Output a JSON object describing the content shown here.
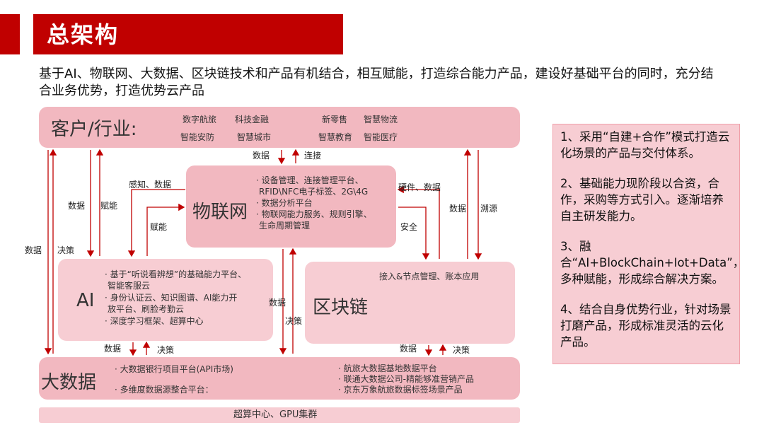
{
  "header": {
    "title": "总架构"
  },
  "intro": "基于AI、物联网、大数据、区块链技术和产品有机结合，相互赋能，打造综合能力产品，建设好基础平台的同时，充分结合业务优势，打造优势云产品",
  "customer": {
    "label": "客户/行业:",
    "tags": [
      "数字航旅",
      "科技金融",
      "新零售",
      "智慧物流",
      "智能安防",
      "智慧城市",
      "智慧教育",
      "智能医疗"
    ]
  },
  "iot": {
    "label": "物联网",
    "items": [
      "· 设备管理、连接管理平台、",
      "RFID\\NFC电子标签、2G\\4G",
      "· 数据分析平台",
      "· 物联网能力服务、规则引擎、",
      "生命周期管理"
    ]
  },
  "ai": {
    "label": "AI",
    "items": [
      "· 基于“听说看辨想”的基础能力平台、",
      "智能客服云",
      "· 身份认证云、知识图谱、AI能力开",
      "放平台、刷脸考勤云",
      "· 深度学习框架、超算中心"
    ]
  },
  "blockchain": {
    "label": "区块链",
    "items": [
      "接入&节点管理、账本应用"
    ]
  },
  "bigdata": {
    "label": "大数据",
    "left_items": [
      "· 大数据银行项目平台(API市场)",
      "· 多维度数据源整合平台："
    ],
    "right_items": [
      "· 航旅大数据基地数据平台",
      "· 联通大数据公司-精能够准营销产品",
      "· 京东万象航旅数据标签场景产品"
    ]
  },
  "compute": {
    "label": "超算中心、GPU集群"
  },
  "arrow_labels": {
    "data": "数据",
    "connect": "连接",
    "perception": "感知、数据",
    "hardware": "硬件、数据",
    "empower": "赋能",
    "decision": "决策",
    "security": "安全",
    "trace": "溯源"
  },
  "notes": [
    "1、采用“自建+合作”模式打造云化场景的产品与交付体系。",
    "2、基础能力现阶段以合资，合作，采购等方式引入。逐渐培养自主研发能力。",
    "3、融合“AI+BlockChain+Iot+Data”，多种赋能，形成综合解决方案。",
    "4、结合自身优势行业，针对场景打磨产品，形成标准灵活的云化产品。"
  ]
}
